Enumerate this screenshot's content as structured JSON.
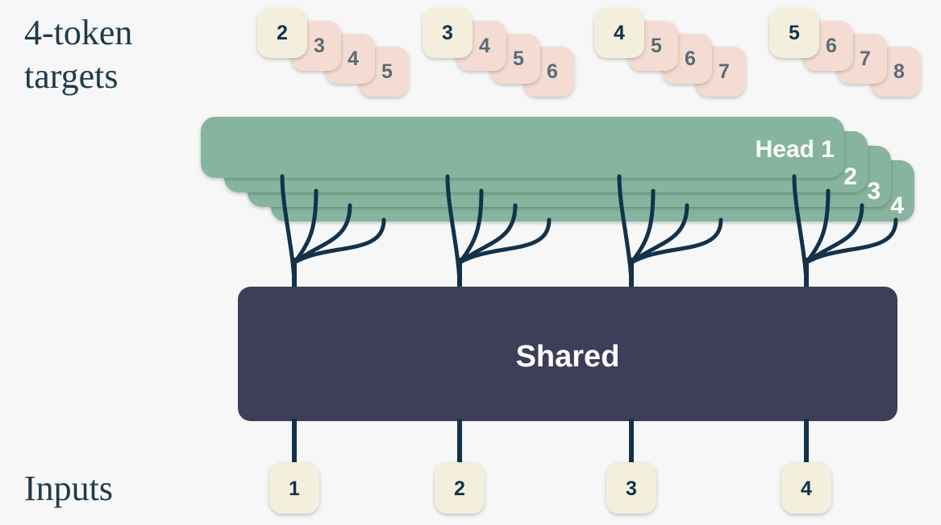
{
  "labels": {
    "targets_line1": "4-token",
    "targets_line2": "targets",
    "inputs": "Inputs",
    "shared": "Shared"
  },
  "heads": [
    "Head 1",
    "2",
    "3",
    "4"
  ],
  "positions": [
    {
      "input": "1",
      "targets": [
        "2",
        "3",
        "4",
        "5"
      ]
    },
    {
      "input": "2",
      "targets": [
        "3",
        "4",
        "5",
        "6"
      ]
    },
    {
      "input": "3",
      "targets": [
        "4",
        "5",
        "6",
        "7"
      ]
    },
    {
      "input": "4",
      "targets": [
        "5",
        "6",
        "7",
        "8"
      ]
    }
  ],
  "colors": {
    "background": "#f7f7f7",
    "shared_block": "#3e3d5a",
    "head_block": "#86b49e",
    "connector": "#13324a",
    "input_token": "#f3efdc",
    "target_first": "#f3efdc",
    "target_later": "#f4dcd2",
    "token_text": "#13324a",
    "target_later_text": "#5a6b78"
  }
}
